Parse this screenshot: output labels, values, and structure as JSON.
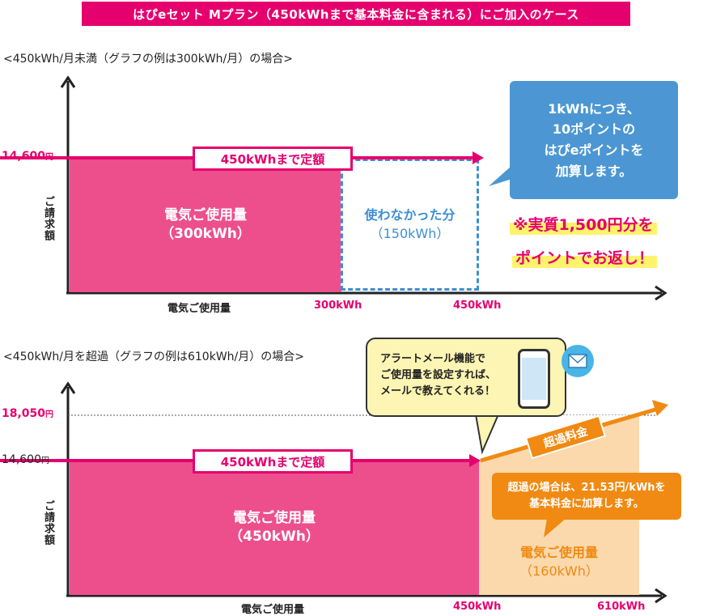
{
  "banner": "はぴeセット Mプラン（450kWhまで基本料金に含まれる）にご加入のケース",
  "section1": {
    "title": "<450kWh/月未満（グラフの例は300kWh/月）の場合>",
    "y_value": "14,600",
    "y_unit": "円",
    "y_axis_label": "ご請求額",
    "x_axis_label": "電気ご使用量",
    "x_tick_used": "300kWh",
    "x_tick_limit": "450kWh",
    "bar_label_line1": "電気ご使用量",
    "bar_label_line2": "（300kWh）",
    "unused_label_line1": "使わなかった分",
    "unused_label_line2": "（150kWh）",
    "fixed_label": "450kWhまで定額",
    "bubble_lines": [
      "1kWhにつき、",
      "10ポイントの",
      "はぴeポイントを",
      "加算します。"
    ],
    "highlight_line1": "※実質1,500円分を",
    "highlight_line2": "ポイントでお返し！"
  },
  "section2": {
    "title": "<450kWh/月を超過（グラフの例は610kWh/月）の場合>",
    "y_value_high": "18,050",
    "y_value_base": "14,600",
    "y_unit": "円",
    "y_axis_label": "ご請求額",
    "x_axis_label": "電気ご使用量",
    "x_tick_limit": "450kWh",
    "x_tick_used": "610kWh",
    "bar_label_line1": "電気ご使用量",
    "bar_label_line2": "（450kWh）",
    "fixed_label": "450kWhまで定額",
    "excess_tag": "超過料金",
    "excess_label_line1": "電気ご使用量",
    "excess_label_line2": "（160kWh）",
    "alert_lines": [
      "アラートメール機能で",
      "ご使用量を設定すれば、",
      "メールで教えてくれる！"
    ],
    "orange_lines": [
      "超過の場合は、21.53円/kWhを",
      "基本料金に加算します。"
    ]
  },
  "colors": {
    "pink": "#e5006e",
    "bar_pink": "#ec4f8c",
    "blue": "#4c97d3",
    "orange": "#f08a12",
    "light_orange": "#fbd9ad",
    "yellow": "#fdf5b4"
  }
}
